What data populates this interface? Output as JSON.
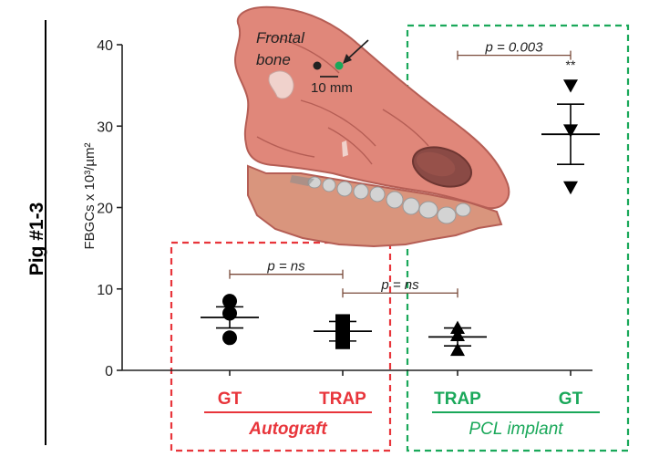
{
  "figure": {
    "side_label": "Pig #1-3",
    "inset": {
      "label_line1": "Frontal",
      "label_line2": "bone",
      "scale_bar": "10 mm"
    },
    "colors": {
      "autograft": "#e8353b",
      "pcl": "#1aa85a",
      "skull": "#e0877a",
      "skull_outline": "#b55e55",
      "jaw": "#d9957d",
      "marker": "#000000"
    },
    "icons": [
      "pig-skull-illustration",
      "pointer-arrow"
    ]
  },
  "chart_data": {
    "type": "scatter",
    "ylabel": "FBGCs x 10³/µm²",
    "ylim": [
      0,
      40
    ],
    "yticks": [
      "0",
      "10",
      "20",
      "30",
      "40"
    ],
    "categories": [
      "GT",
      "TRAP",
      "TRAP",
      "GT"
    ],
    "groups": [
      {
        "label": "Autograft",
        "color": "#e8353b",
        "category_indices": [
          0,
          1
        ]
      },
      {
        "label": "PCL implant",
        "color": "#1aa85a",
        "category_indices": [
          2,
          3
        ]
      }
    ],
    "series": [
      {
        "marker": "circle",
        "category_index": 0,
        "values": [
          8.5,
          7.0,
          4.0
        ],
        "mean": 6.5,
        "sem": 1.3
      },
      {
        "marker": "square",
        "category_index": 1,
        "values": [
          6.0,
          4.8,
          3.5
        ],
        "mean": 4.8,
        "sem": 1.2
      },
      {
        "marker": "triangle-up",
        "category_index": 2,
        "values": [
          5.2,
          4.3,
          2.5
        ],
        "mean": 4.1,
        "sem": 1.1
      },
      {
        "marker": "triangle-down",
        "category_index": 3,
        "values": [
          35.0,
          29.5,
          22.5
        ],
        "mean": 29.0,
        "sem": 3.7
      }
    ],
    "annotations": [
      {
        "text": "p = ns",
        "from": 0,
        "to": 1,
        "y": 11.8
      },
      {
        "text": "p = ns",
        "from": 1,
        "to": 2,
        "y": 9.5
      },
      {
        "text": "p = 0.003",
        "from": 2,
        "to": 3,
        "y": 38.7
      },
      {
        "text": "**",
        "category_index": 3,
        "y": 37.0
      }
    ]
  }
}
